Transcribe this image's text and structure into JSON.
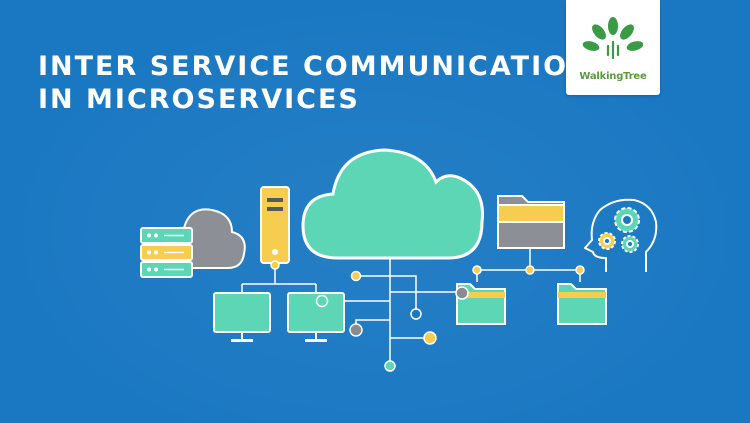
{
  "title": {
    "line1": "INTER SERVICE COMMUNICATION",
    "line2": "IN MICROSERVICES"
  },
  "logo": {
    "text": "WalkingTree"
  },
  "colors": {
    "background": "#1a78c2",
    "teal": "#5dd6b5",
    "yellow": "#f6cd4f",
    "gray": "#888c91",
    "outline": "#ffffff",
    "logo_green": "#5a9a3d"
  },
  "icons": [
    "cloud-icon",
    "server-rack-icon",
    "tower-server-icon",
    "monitor-icon",
    "folder-icon",
    "head-gears-icon"
  ]
}
